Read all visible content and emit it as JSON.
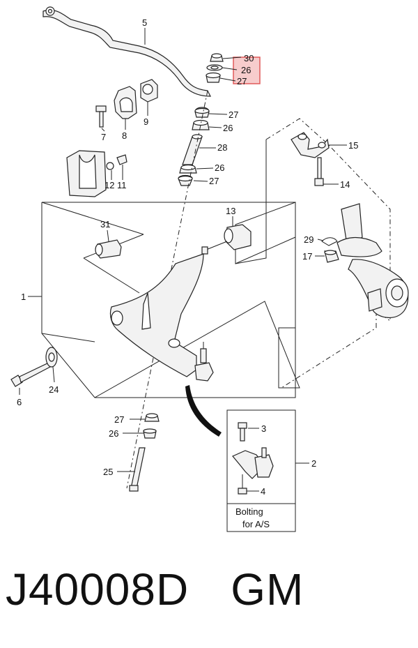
{
  "callouts": {
    "c1": "1",
    "c2": "2",
    "c3": "3",
    "c4": "4",
    "c5": "5",
    "c6": "6",
    "c7": "7",
    "c8": "8",
    "c9": "9",
    "c11": "11",
    "c12": "12",
    "c13": "13",
    "c14": "14",
    "c15": "15",
    "c17": "17",
    "c24": "24",
    "c25": "25",
    "c28": "28",
    "c29": "29",
    "c30": "30",
    "c31": "31",
    "c26_top": "26",
    "c27_top": "27",
    "c27_a": "27",
    "c26_a": "26",
    "c26_b": "26",
    "c27_b": "27",
    "c27_low": "27",
    "c26_low": "26"
  },
  "inset": {
    "note_line1": "Bolting",
    "note_line2": "for  A/S"
  },
  "footer": {
    "part_code": "J40008D",
    "brand": "GM"
  },
  "colors": {
    "highlight_border": "#e05a5a",
    "highlight_fill": "#f7cccc"
  }
}
